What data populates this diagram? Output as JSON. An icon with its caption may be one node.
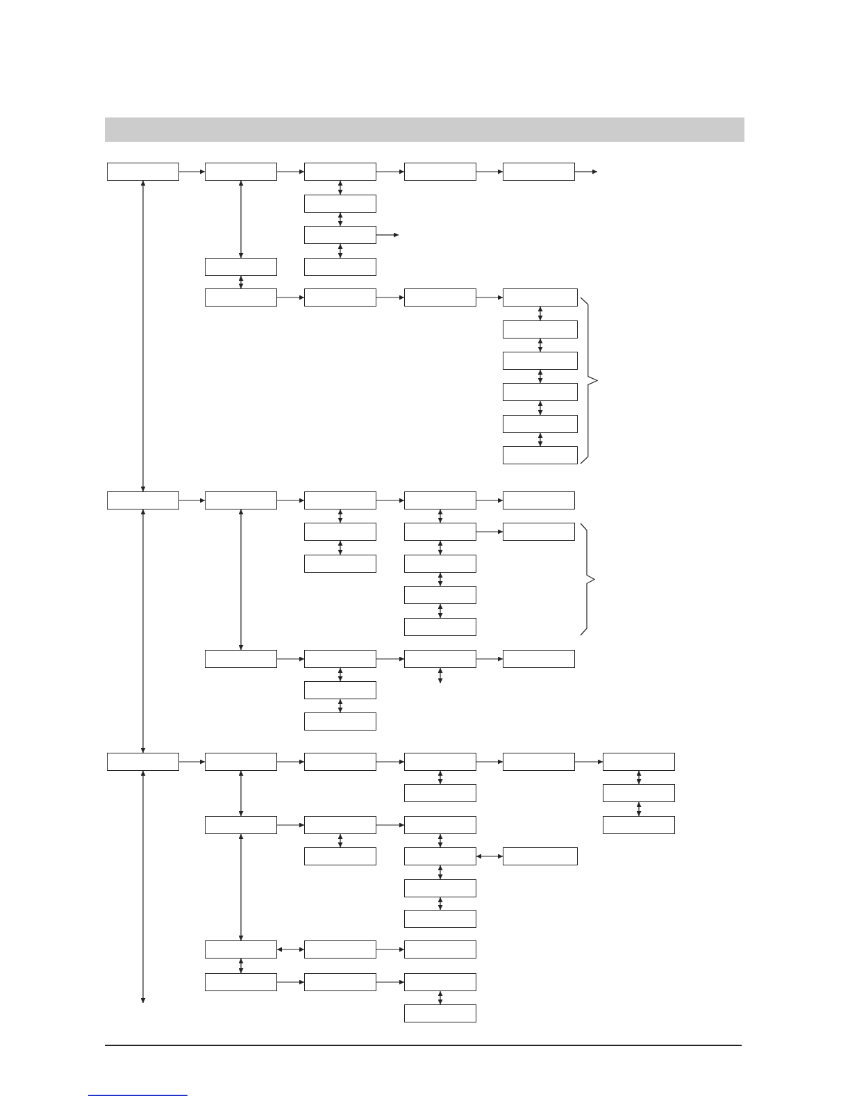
{
  "diagram": {
    "nodes": [
      {
        "text": [],
        "shape": "box"
      },
      {
        "text": [],
        "shape": "box"
      },
      {
        "text": [],
        "shape": "box"
      },
      {
        "text": [],
        "shape": "box"
      },
      {
        "text": [],
        "shape": "box"
      },
      {
        "text": [],
        "shape": "box"
      },
      {
        "text": [],
        "shape": "box"
      },
      {
        "text": [],
        "shape": "box"
      },
      {
        "text": [],
        "shape": "box"
      },
      {
        "text": [],
        "shape": "box"
      },
      {
        "text": [],
        "shape": "box"
      },
      {
        "text": [],
        "shape": "box"
      },
      {
        "text": [],
        "shape": "box"
      },
      {
        "text": [],
        "shape": "box"
      },
      {
        "text": [],
        "shape": "box"
      },
      {
        "text": [],
        "shape": "box"
      },
      {
        "text": [],
        "shape": "box"
      },
      {
        "text": [],
        "shape": "box"
      },
      {
        "text": [],
        "shape": "box"
      },
      {
        "text": [],
        "shape": "box"
      },
      {
        "text": [],
        "shape": "box"
      },
      {
        "text": [],
        "shape": "box"
      },
      {
        "text": [],
        "shape": "box"
      },
      {
        "text": [],
        "shape": "box"
      },
      {
        "text": [],
        "shape": "box"
      },
      {
        "text": [],
        "shape": "box"
      },
      {
        "text": [],
        "shape": "box"
      },
      {
        "text": [],
        "shape": "box"
      },
      {
        "text": [],
        "shape": "box"
      },
      {
        "text": [],
        "shape": "box"
      },
      {
        "text": [],
        "shape": "box"
      },
      {
        "text": [],
        "shape": "box"
      },
      {
        "text": [],
        "shape": "box"
      },
      {
        "text": [],
        "shape": "box"
      },
      {
        "text": [],
        "shape": "box"
      },
      {
        "text": [],
        "shape": "box"
      },
      {
        "text": [],
        "shape": "box"
      },
      {
        "text": [],
        "shape": "box"
      },
      {
        "text": [],
        "shape": "box"
      },
      {
        "text": [],
        "shape": "box"
      },
      {
        "text": [],
        "shape": "box"
      },
      {
        "text": [],
        "shape": "box"
      },
      {
        "text": [],
        "shape": "box"
      },
      {
        "text": [],
        "shape": "box"
      },
      {
        "text": [],
        "shape": "box"
      },
      {
        "text": [],
        "shape": "box"
      },
      {
        "text": [],
        "shape": "box"
      },
      {
        "text": [],
        "shape": "box"
      },
      {
        "text": [],
        "shape": "box"
      },
      {
        "text": [],
        "shape": "box"
      },
      {
        "text": [],
        "shape": "box"
      },
      {
        "text": [],
        "shape": "box"
      },
      {
        "text": [],
        "shape": "box"
      },
      {
        "text": [],
        "shape": "box"
      },
      {
        "text": [],
        "shape": "box"
      },
      {
        "text": [],
        "shape": "box"
      },
      {
        "text": [],
        "shape": "box"
      },
      {
        "text": [],
        "shape": "box"
      },
      {
        "text": [],
        "shape": "box"
      },
      {
        "text": [],
        "shape": "box"
      }
    ],
    "edges": [
      {
        "from": 0,
        "to": 1,
        "arrow": "to"
      },
      {
        "from": 1,
        "to": 2,
        "arrow": "to"
      },
      {
        "from": 2,
        "to": 3,
        "arrow": "to"
      },
      {
        "from": 3,
        "to": 4,
        "arrow": "to"
      },
      {
        "from": 4,
        "to": null,
        "arrow": "to"
      },
      {
        "from": 0,
        "to": 18,
        "arrow": "both"
      },
      {
        "from": 1,
        "to": 7,
        "arrow": "both"
      },
      {
        "from": 2,
        "to": 5,
        "arrow": "both"
      },
      {
        "from": 5,
        "to": 6,
        "arrow": "both"
      },
      {
        "from": 6,
        "to": null,
        "arrow": "to"
      },
      {
        "from": 6,
        "to": 8,
        "arrow": "both"
      },
      {
        "from": 7,
        "to": 9,
        "arrow": "both"
      },
      {
        "from": 9,
        "to": 10,
        "arrow": "to"
      },
      {
        "from": 10,
        "to": 11,
        "arrow": "to"
      },
      {
        "from": 11,
        "to": 12,
        "arrow": "to"
      },
      {
        "from": 12,
        "to": 13,
        "arrow": "both"
      },
      {
        "from": 13,
        "to": 14,
        "arrow": "both"
      },
      {
        "from": 14,
        "to": 15,
        "arrow": "both"
      },
      {
        "from": 15,
        "to": 16,
        "arrow": "both"
      },
      {
        "from": 16,
        "to": 17,
        "arrow": "both"
      },
      {
        "from": 18,
        "to": 19,
        "arrow": "to"
      },
      {
        "from": 19,
        "to": 20,
        "arrow": "to"
      },
      {
        "from": 20,
        "to": 21,
        "arrow": "to"
      },
      {
        "from": 21,
        "to": 22,
        "arrow": "to"
      },
      {
        "from": 18,
        "to": 36,
        "arrow": "both"
      },
      {
        "from": 19,
        "to": 30,
        "arrow": "both"
      },
      {
        "from": 20,
        "to": 23,
        "arrow": "both"
      },
      {
        "from": 23,
        "to": 26,
        "arrow": "both"
      },
      {
        "from": 21,
        "to": 24,
        "arrow": "both"
      },
      {
        "from": 24,
        "to": 25,
        "arrow": "to"
      },
      {
        "from": 24,
        "to": 27,
        "arrow": "both"
      },
      {
        "from": 27,
        "to": 28,
        "arrow": "both"
      },
      {
        "from": 28,
        "to": 29,
        "arrow": "both"
      },
      {
        "from": 30,
        "to": 31,
        "arrow": "to"
      },
      {
        "from": 31,
        "to": 32,
        "arrow": "to"
      },
      {
        "from": 32,
        "to": 33,
        "arrow": "to"
      },
      {
        "from": 31,
        "to": 34,
        "arrow": "both"
      },
      {
        "from": 34,
        "to": 35,
        "arrow": "both"
      },
      {
        "from": 32,
        "to": null,
        "arrow": "both"
      },
      {
        "from": 36,
        "to": 37,
        "arrow": "to"
      },
      {
        "from": 37,
        "to": 38,
        "arrow": "to"
      },
      {
        "from": 38,
        "to": 39,
        "arrow": "to"
      },
      {
        "from": 39,
        "to": 40,
        "arrow": "to"
      },
      {
        "from": 40,
        "to": 41,
        "arrow": "to"
      },
      {
        "from": 36,
        "to": null,
        "arrow": "both"
      },
      {
        "from": 37,
        "to": 44,
        "arrow": "both"
      },
      {
        "from": 44,
        "to": 53,
        "arrow": "both"
      },
      {
        "from": 53,
        "to": 56,
        "arrow": "both"
      },
      {
        "from": 39,
        "to": 42,
        "arrow": "both"
      },
      {
        "from": 41,
        "to": 43,
        "arrow": "both"
      },
      {
        "from": 43,
        "to": 47,
        "arrow": "both"
      },
      {
        "from": 44,
        "to": 45,
        "arrow": "to"
      },
      {
        "from": 45,
        "to": 46,
        "arrow": "to"
      },
      {
        "from": 45,
        "to": 48,
        "arrow": "both"
      },
      {
        "from": 46,
        "to": 49,
        "arrow": "both"
      },
      {
        "from": 49,
        "to": 50,
        "arrow": "both"
      },
      {
        "from": 49,
        "to": 51,
        "arrow": "both"
      },
      {
        "from": 51,
        "to": 52,
        "arrow": "both"
      },
      {
        "from": 53,
        "to": 54,
        "arrow": "both"
      },
      {
        "from": 54,
        "to": 55,
        "arrow": "to"
      },
      {
        "from": 56,
        "to": 57,
        "arrow": "to"
      },
      {
        "from": 57,
        "to": 58,
        "arrow": "to"
      },
      {
        "from": 58,
        "to": 59,
        "arrow": "both"
      }
    ]
  }
}
